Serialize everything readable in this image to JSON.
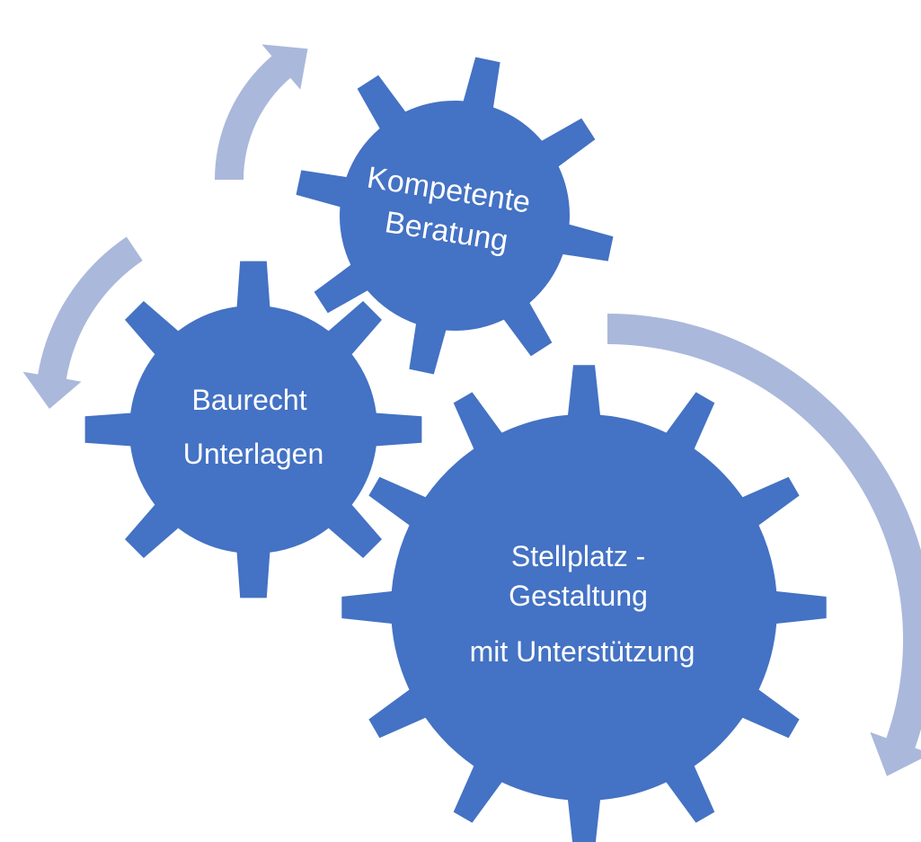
{
  "colors": {
    "gear_fill": "#4472C4",
    "arrow_fill": "#AAB8DB",
    "label_text": "#FFFFFF",
    "background": "#FFFFFF"
  },
  "gears": {
    "beratung": {
      "lines": [
        "Kompetente",
        "Beratung"
      ]
    },
    "baurecht": {
      "lines": [
        "Baurecht",
        "Unterlagen"
      ]
    },
    "stellplatz": {
      "lines": [
        "Stellplatz -",
        "Gestaltung",
        "mit Unterstützung"
      ]
    }
  },
  "arrows": {
    "count": 3,
    "direction": "cycle"
  }
}
